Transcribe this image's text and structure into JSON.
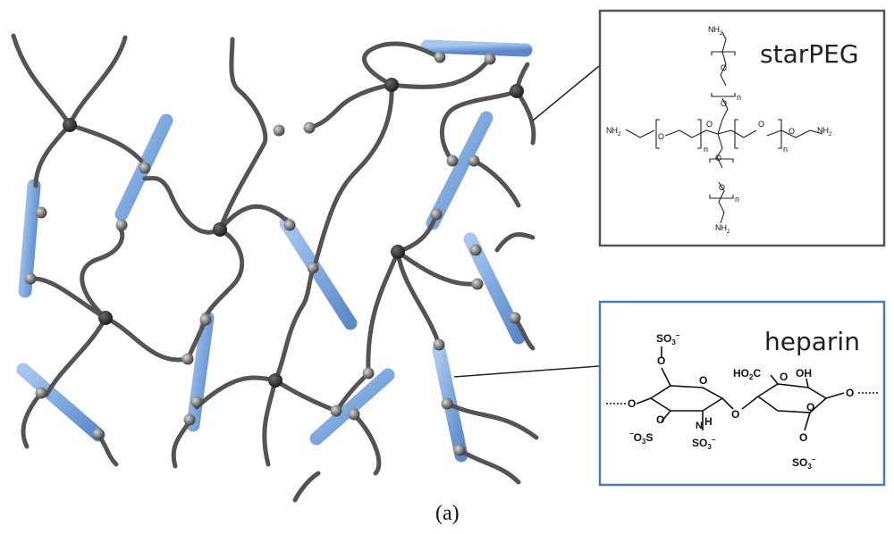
{
  "figure": {
    "caption": "(a)",
    "colors": {
      "chain": "#545454",
      "heparin_rod": "#7ea8de",
      "node": "#2b2b2b",
      "box_top": "#555555",
      "box_bottom": "#4f79b4"
    }
  },
  "starpeg_box": {
    "title": "starPEG",
    "nh2": "NH",
    "nh2_sub": "2",
    "o": "O",
    "n": "n"
  },
  "heparin_box": {
    "title": "heparin",
    "so3": "SO",
    "so3_sub": "3",
    "so3_sup": "−",
    "o": "O",
    "oh": "OH",
    "h": "H",
    "nh": "NH",
    "ho2c": "HO",
    "ho2c_sub": "2",
    "ho2c_tail": "C",
    "o3s": "O",
    "o3s_sub": "3",
    "o3s_tail": "S",
    "o3s_sup": "−"
  }
}
